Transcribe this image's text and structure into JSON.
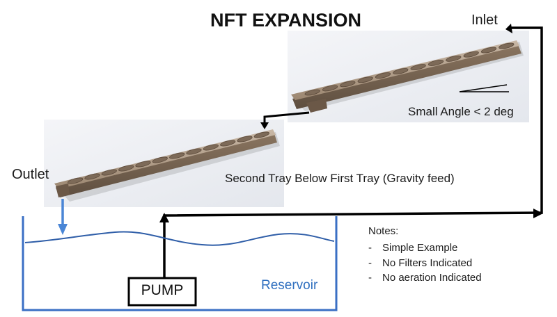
{
  "title": "NFT EXPANSION",
  "labels": {
    "inlet": "Inlet",
    "outlet": "Outlet",
    "small_angle": "Small Angle < 2 deg",
    "second_tray": "Second Tray Below First Tray (Gravity feed)",
    "reservoir": "Reservoir",
    "pump": "PUMP"
  },
  "notes": {
    "title": "Notes:",
    "items": [
      {
        "dash": "-",
        "text": "Simple Example"
      },
      {
        "dash": "-",
        "text": "No Filters Indicated"
      },
      {
        "dash": "-",
        "text": "No aeration Indicated"
      }
    ]
  },
  "colors": {
    "reservoir_blue": "#3a6fc4",
    "water_line": "#2f5ea8",
    "outlet_arrow": "#4a86d6",
    "pipe": "#000000",
    "tray_wood": "#a89480"
  }
}
